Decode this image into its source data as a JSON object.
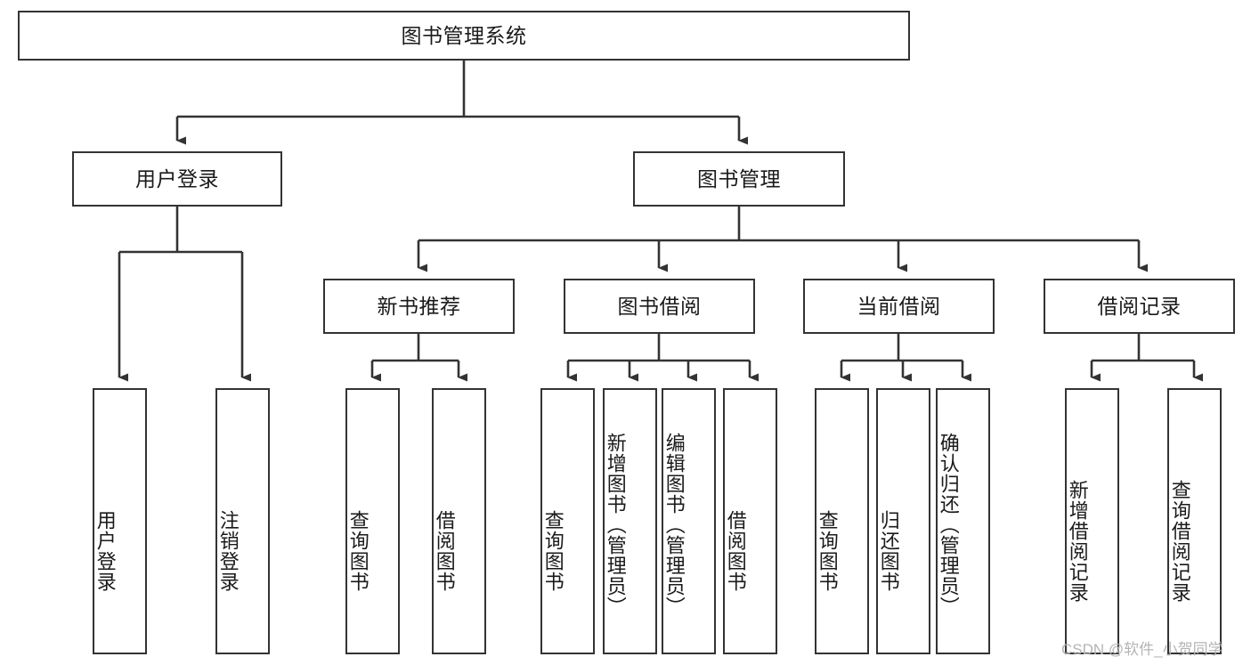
{
  "diagram": {
    "title": "图书管理系统",
    "type": "功能结构图",
    "root": {
      "id": "root",
      "label": "图书管理系统"
    },
    "level2": [
      {
        "id": "user-login",
        "label": "用户登录"
      },
      {
        "id": "book-manage",
        "label": "图书管理"
      }
    ],
    "level3": [
      {
        "id": "new-book-rec",
        "label": "新书推荐",
        "parent": "book-manage"
      },
      {
        "id": "book-borrow",
        "label": "图书借阅",
        "parent": "book-manage"
      },
      {
        "id": "current-borrow",
        "label": "当前借阅",
        "parent": "book-manage"
      },
      {
        "id": "borrow-record",
        "label": "借阅记录",
        "parent": "book-manage"
      }
    ],
    "leaves": [
      {
        "id": "leaf-user-login",
        "label": "用户登录",
        "parent": "user-login"
      },
      {
        "id": "leaf-logout",
        "label": "注销登录",
        "parent": "user-login"
      },
      {
        "id": "leaf-query-book-rec",
        "label": "查询图书",
        "parent": "new-book-rec"
      },
      {
        "id": "leaf-borrow-book-rec",
        "label": "借阅图书",
        "parent": "new-book-rec"
      },
      {
        "id": "leaf-query-book-borrow",
        "label": "查询图书",
        "parent": "book-borrow"
      },
      {
        "id": "leaf-add-book",
        "label": "新增图书（管理员）",
        "parent": "book-borrow"
      },
      {
        "id": "leaf-edit-book",
        "label": "编辑图书（管理员）",
        "parent": "book-borrow"
      },
      {
        "id": "leaf-borrow-book",
        "label": "借阅图书",
        "parent": "book-borrow"
      },
      {
        "id": "leaf-query-book-cur",
        "label": "查询图书",
        "parent": "current-borrow"
      },
      {
        "id": "leaf-return-book",
        "label": "归还图书",
        "parent": "current-borrow"
      },
      {
        "id": "leaf-confirm-return",
        "label": "确认归还（管理员）",
        "parent": "current-borrow"
      },
      {
        "id": "leaf-add-record",
        "label": "新增借阅记录",
        "parent": "borrow-record"
      },
      {
        "id": "leaf-query-record",
        "label": "查询借阅记录",
        "parent": "borrow-record"
      }
    ],
    "colors": {
      "box_border": "#333333",
      "box_fill": "#ffffff",
      "edge": "#333333",
      "text": "#1a1a1a",
      "watermark": "#b4b4b4",
      "canvas": "#ffffff"
    }
  },
  "watermark": {
    "text": "CSDN @软件_小贺同学"
  }
}
